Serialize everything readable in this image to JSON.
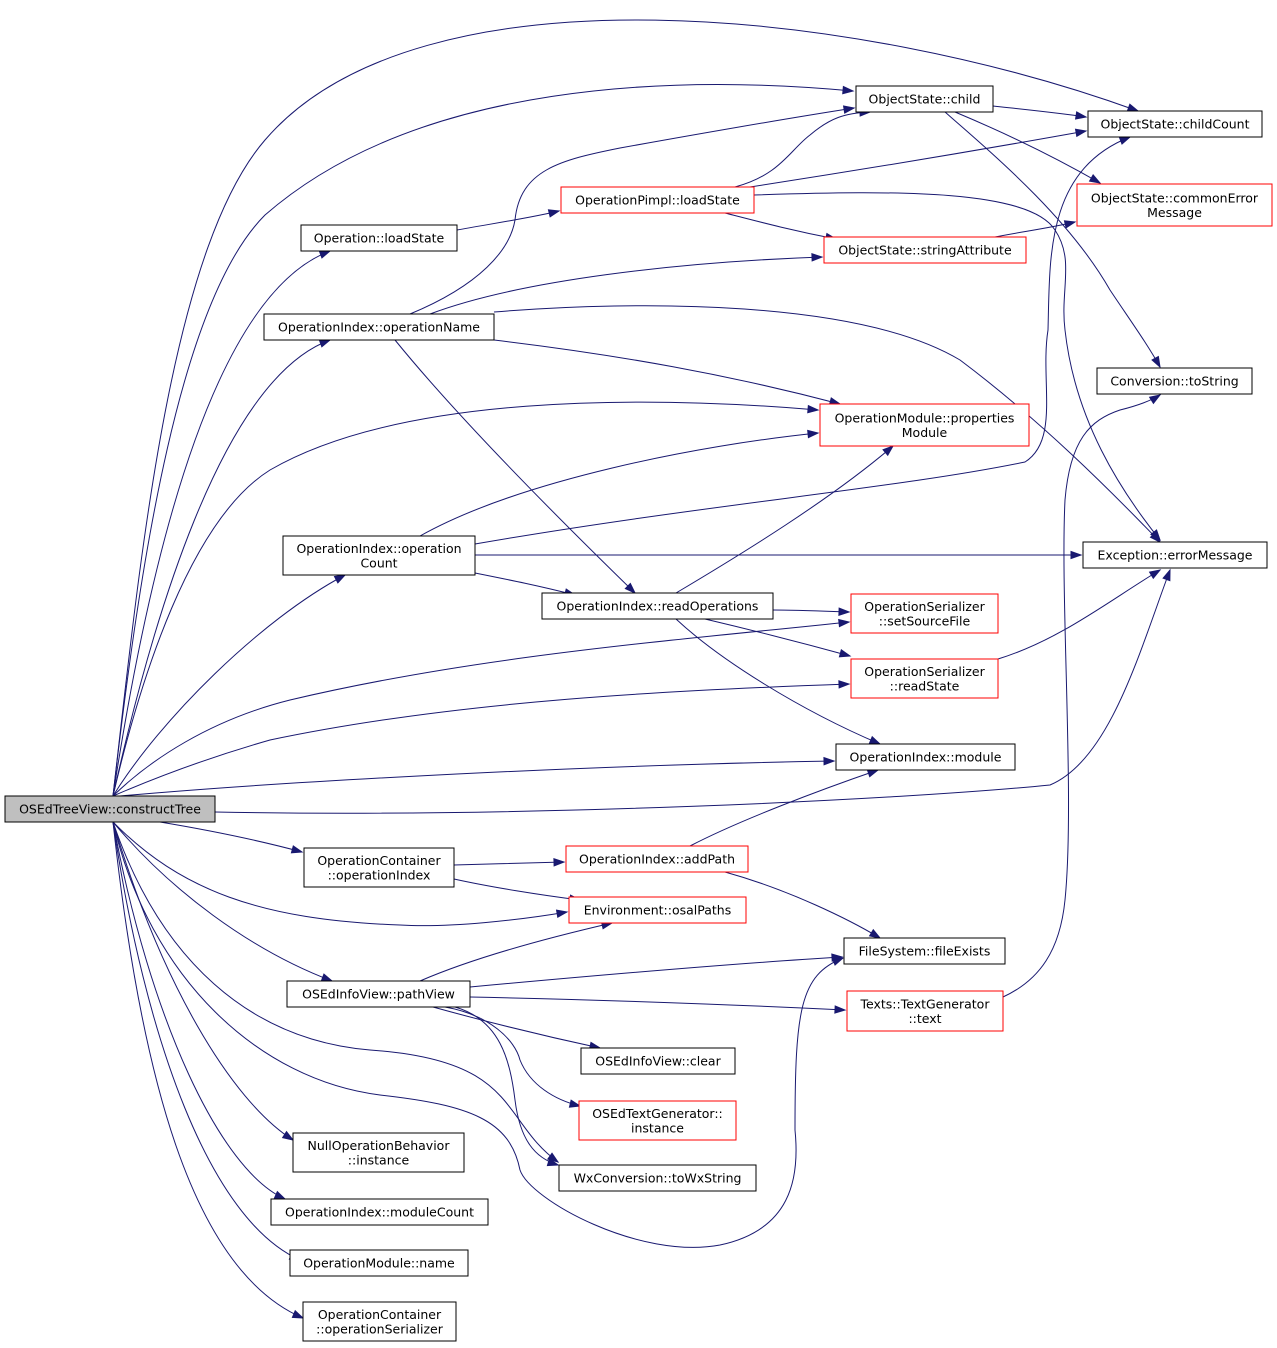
{
  "nodes": {
    "constructTree": {
      "lines": [
        "OSEdTreeView::constructTree"
      ],
      "style": "root"
    },
    "op_loadState": {
      "lines": [
        "Operation::loadState"
      ],
      "style": "black"
    },
    "opIdx_operationName": {
      "lines": [
        "OperationIndex::operationName"
      ],
      "style": "black"
    },
    "opIdx_operationCount": {
      "lines": [
        "OperationIndex::operation",
        "Count"
      ],
      "style": "black"
    },
    "opCont_operationIndex": {
      "lines": [
        "OperationContainer",
        "::operationIndex"
      ],
      "style": "black"
    },
    "osEdInfoView_pathView": {
      "lines": [
        "OSEdInfoView::pathView"
      ],
      "style": "black"
    },
    "nullOpBehavior_instance": {
      "lines": [
        "NullOperationBehavior",
        "::instance"
      ],
      "style": "black"
    },
    "opIdx_moduleCount": {
      "lines": [
        "OperationIndex::moduleCount"
      ],
      "style": "black"
    },
    "opModule_name": {
      "lines": [
        "OperationModule::name"
      ],
      "style": "black"
    },
    "opCont_operationSerializer": {
      "lines": [
        "OperationContainer",
        "::operationSerializer"
      ],
      "style": "black"
    },
    "opPimpl_loadState": {
      "lines": [
        "OperationPimpl::loadState"
      ],
      "style": "red"
    },
    "opIdx_readOperations": {
      "lines": [
        "OperationIndex::readOperations"
      ],
      "style": "black"
    },
    "opIdx_addPath": {
      "lines": [
        "OperationIndex::addPath"
      ],
      "style": "red"
    },
    "env_osalPaths": {
      "lines": [
        "Environment::osalPaths"
      ],
      "style": "red"
    },
    "osEdInfoView_clear": {
      "lines": [
        "OSEdInfoView::clear"
      ],
      "style": "black"
    },
    "osEdTextGen_instance": {
      "lines": [
        "OSEdTextGenerator::",
        "instance"
      ],
      "style": "red"
    },
    "wxConv_toWxString": {
      "lines": [
        "WxConversion::toWxString"
      ],
      "style": "black"
    },
    "objState_child": {
      "lines": [
        "ObjectState::child"
      ],
      "style": "black"
    },
    "objState_stringAttribute": {
      "lines": [
        "ObjectState::stringAttribute"
      ],
      "style": "red"
    },
    "opModule_propertiesModule": {
      "lines": [
        "OperationModule::properties",
        "Module"
      ],
      "style": "red"
    },
    "opSer_setSourceFile": {
      "lines": [
        "OperationSerializer",
        "::setSourceFile"
      ],
      "style": "red"
    },
    "opSer_readState": {
      "lines": [
        "OperationSerializer",
        "::readState"
      ],
      "style": "red"
    },
    "opIdx_module": {
      "lines": [
        "OperationIndex::module"
      ],
      "style": "black"
    },
    "fs_fileExists": {
      "lines": [
        "FileSystem::fileExists"
      ],
      "style": "black"
    },
    "texts_textGenerator_text": {
      "lines": [
        "Texts::TextGenerator",
        "::text"
      ],
      "style": "red"
    },
    "objState_childCount": {
      "lines": [
        "ObjectState::childCount"
      ],
      "style": "black"
    },
    "objState_commonErrorMessage": {
      "lines": [
        "ObjectState::commonError",
        "Message"
      ],
      "style": "red"
    },
    "conversion_toString": {
      "lines": [
        "Conversion::toString"
      ],
      "style": "black"
    },
    "exception_errorMessage": {
      "lines": [
        "Exception::errorMessage"
      ],
      "style": "black"
    }
  },
  "edges": [
    [
      "constructTree",
      "objState_childCount"
    ],
    [
      "constructTree",
      "objState_child"
    ],
    [
      "constructTree",
      "op_loadState"
    ],
    [
      "constructTree",
      "opIdx_operationName"
    ],
    [
      "constructTree",
      "opModule_propertiesModule"
    ],
    [
      "constructTree",
      "opIdx_operationCount"
    ],
    [
      "constructTree",
      "opSer_setSourceFile"
    ],
    [
      "constructTree",
      "opSer_readState"
    ],
    [
      "constructTree",
      "opIdx_module"
    ],
    [
      "constructTree",
      "exception_errorMessage"
    ],
    [
      "constructTree",
      "opCont_operationIndex"
    ],
    [
      "constructTree",
      "env_osalPaths"
    ],
    [
      "constructTree",
      "osEdInfoView_pathView"
    ],
    [
      "constructTree",
      "wxConv_toWxString"
    ],
    [
      "constructTree",
      "fs_fileExists"
    ],
    [
      "constructTree",
      "nullOpBehavior_instance"
    ],
    [
      "constructTree",
      "opIdx_moduleCount"
    ],
    [
      "constructTree",
      "opModule_name"
    ],
    [
      "constructTree",
      "opCont_operationSerializer"
    ],
    [
      "op_loadState",
      "opPimpl_loadState"
    ],
    [
      "opPimpl_loadState",
      "objState_child"
    ],
    [
      "opPimpl_loadState",
      "objState_childCount"
    ],
    [
      "opPimpl_loadState",
      "objState_stringAttribute"
    ],
    [
      "opPimpl_loadState",
      "exception_errorMessage"
    ],
    [
      "opIdx_operationName",
      "objState_child"
    ],
    [
      "opIdx_operationName",
      "objState_stringAttribute"
    ],
    [
      "opIdx_operationName",
      "exception_errorMessage"
    ],
    [
      "opIdx_operationName",
      "opModule_propertiesModule"
    ],
    [
      "opIdx_operationName",
      "opIdx_readOperations"
    ],
    [
      "opIdx_operationCount",
      "opModule_propertiesModule"
    ],
    [
      "opIdx_operationCount",
      "objState_childCount"
    ],
    [
      "opIdx_operationCount",
      "exception_errorMessage"
    ],
    [
      "opIdx_operationCount",
      "opIdx_readOperations"
    ],
    [
      "opIdx_readOperations",
      "opModule_propertiesModule"
    ],
    [
      "opIdx_readOperations",
      "opSer_setSourceFile"
    ],
    [
      "opIdx_readOperations",
      "opSer_readState"
    ],
    [
      "opIdx_readOperations",
      "opIdx_module"
    ],
    [
      "opCont_operationIndex",
      "opIdx_addPath"
    ],
    [
      "opCont_operationIndex",
      "env_osalPaths"
    ],
    [
      "opIdx_addPath",
      "opIdx_module"
    ],
    [
      "opIdx_addPath",
      "fs_fileExists"
    ],
    [
      "osEdInfoView_pathView",
      "env_osalPaths"
    ],
    [
      "osEdInfoView_pathView",
      "fs_fileExists"
    ],
    [
      "osEdInfoView_pathView",
      "texts_textGenerator_text"
    ],
    [
      "osEdInfoView_pathView",
      "osEdInfoView_clear"
    ],
    [
      "osEdInfoView_pathView",
      "osEdTextGen_instance"
    ],
    [
      "osEdInfoView_pathView",
      "wxConv_toWxString"
    ],
    [
      "objState_child",
      "objState_childCount"
    ],
    [
      "objState_child",
      "objState_commonErrorMessage"
    ],
    [
      "objState_child",
      "conversion_toString"
    ],
    [
      "objState_stringAttribute",
      "objState_commonErrorMessage"
    ],
    [
      "opSer_readState",
      "exception_errorMessage"
    ],
    [
      "texts_textGenerator_text",
      "conversion_toString"
    ]
  ]
}
